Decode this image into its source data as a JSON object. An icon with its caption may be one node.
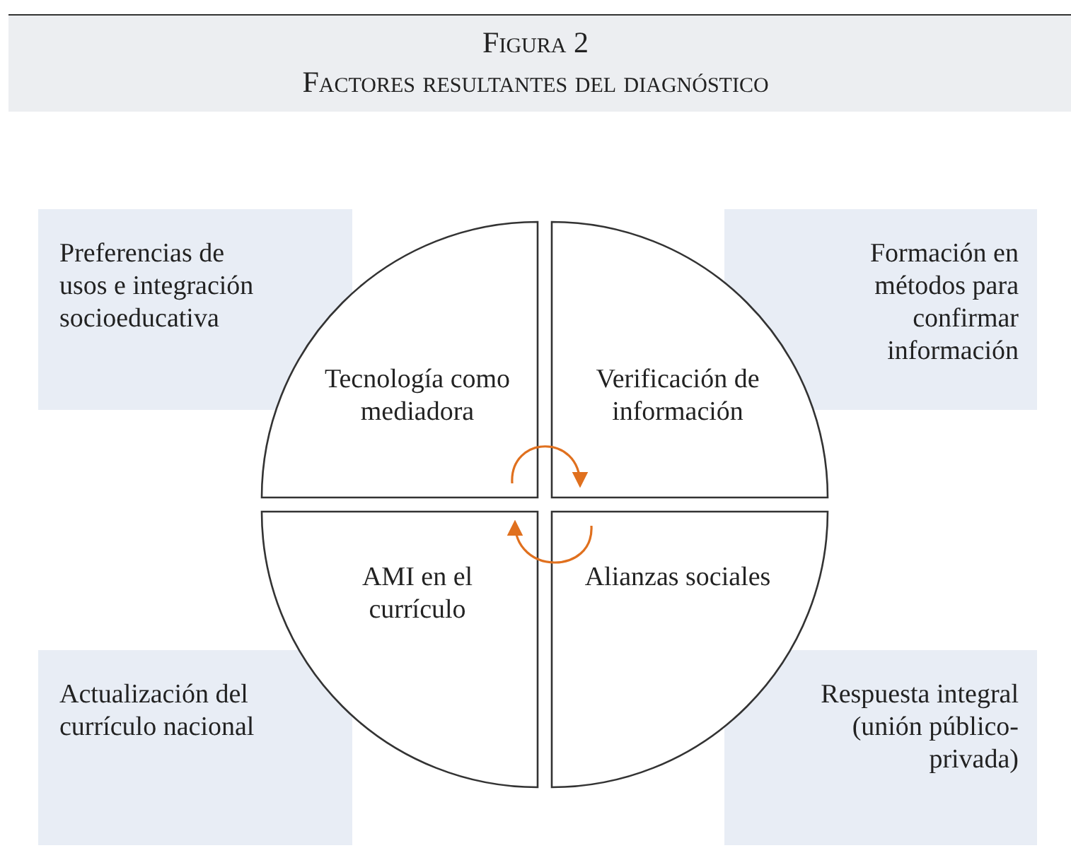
{
  "diagram": {
    "title": "Figura 2",
    "nodes": [
      {
        "text": [
          "Preferencias de usos e integración socioeducativa"
        ]
      },
      {
        "text": [
          "Tecnología como mediadora"
        ]
      },
      {
        "text": [
          "Verificación de información"
        ]
      },
      {
        "text": [
          "Formación en métodos para confirmar información"
        ]
      },
      {
        "text": [
          "AMI en el currículo"
        ]
      },
      {
        "text": [
          "Alianzas sociales"
        ]
      },
      {
        "text": [
          "Actualización del currículo nacional"
        ]
      },
      {
        "text": [
          "Respuesta integral (unión público-privada)"
        ]
      }
    ],
    "edges": [
      {
        "from": 1,
        "to": 2,
        "arrow": "to"
      },
      {
        "from": 5,
        "to": 4,
        "arrow": "to"
      }
    ],
    "labels": [
      "Factores resultantes del diagnóstico"
    ]
  }
}
